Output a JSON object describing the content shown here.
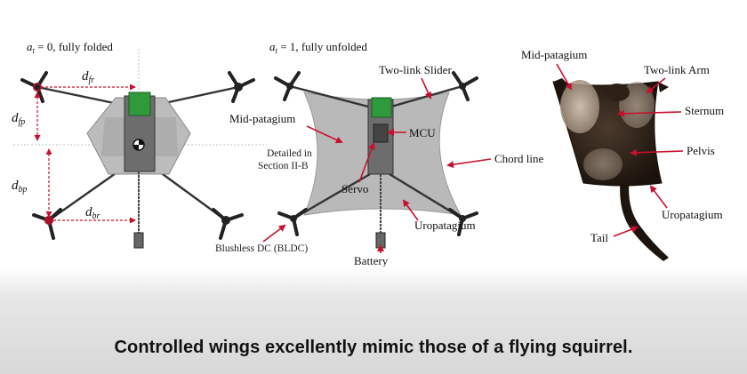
{
  "left_panel": {
    "state_symbol": "a",
    "state_sub": "t",
    "state_text": " = 0, fully folded",
    "dims": [
      {
        "sym": "d",
        "sub": "fr"
      },
      {
        "sym": "d",
        "sub": "fp"
      },
      {
        "sym": "d",
        "sub": "bp"
      },
      {
        "sym": "d",
        "sub": "br"
      }
    ]
  },
  "middle_panel": {
    "state_symbol": "a",
    "state_sub": "t",
    "state_text": " = 1, fully unfolded",
    "labels": {
      "two_link_slider": "Two-link Slider",
      "mid_patagium": "Mid-patagium",
      "detailed_line1": "Detailed in",
      "detailed_line2": "Section II-B",
      "mcu": "MCU",
      "servo": "Servo",
      "chord_line": "Chord line",
      "uropatagium": "Uropatagium",
      "bldc": "Blushless DC (BLDC)",
      "battery": "Battery"
    }
  },
  "right_panel": {
    "labels": {
      "mid_patagium": "Mid-patagium",
      "two_link_arm": "Two-link Arm",
      "sternum": "Sternum",
      "pelvis": "Pelvis",
      "uropatagium": "Uropatagium",
      "tail": "Tail"
    }
  },
  "caption": "Controlled wings excellently mimic those of a flying squirrel.",
  "colors": {
    "arrow_red": "#c8102e",
    "membrane_gray": "#b9b9b9",
    "pcb_green": "#2f9a3a",
    "squirrel_dark": "#2a1d14"
  }
}
